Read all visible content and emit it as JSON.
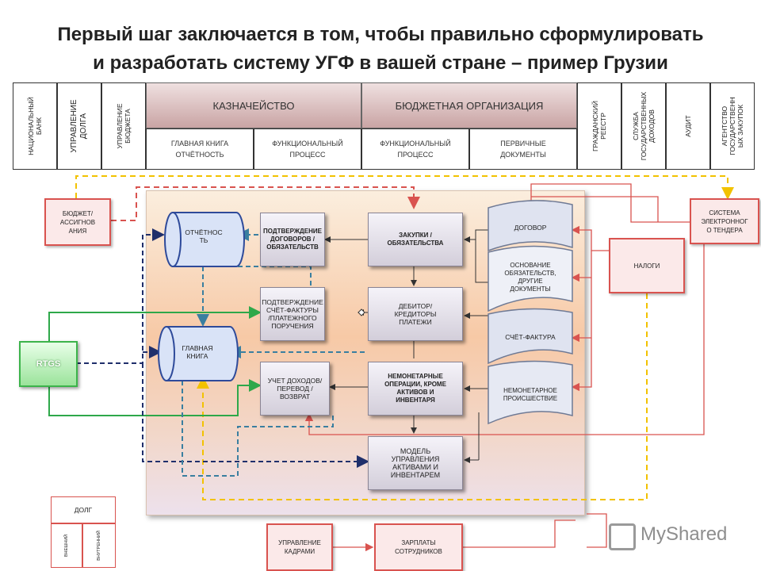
{
  "title": {
    "line1": "Первый шаг  заключается в том, чтобы правильно сформулировать",
    "line2": "и разработать систему УГФ в вашей стране – пример Грузии"
  },
  "top_columns": {
    "left": [
      "НАЦИОНАЛЬНЫЙ\nБАНК",
      "УПРАВЛЕНИЕ\nДОЛГА",
      "УПРАВЛЕНИЕ\nБЮДЖЕТА"
    ],
    "treasury": {
      "header": "КАЗНАЧЕЙСТВО",
      "sub1": "ГЛАВНАЯ КНИГА\nОТЧЁТНОСТЬ",
      "sub2": "ФУНКЦИОНАЛЬНЫЙ\nПРОЦЕСС"
    },
    "budget_org": {
      "header": "БЮДЖЕТНАЯ ОРГАНИЗАЦИЯ",
      "sub1": "ФУНКЦИОНАЛЬНЫЙ\nПРОЦЕСС",
      "sub2": "ПЕРВИЧНЫЕ\nДОКУМЕНТЫ"
    },
    "right": [
      "ГРАЖДАНСКИЙ\nРЕЕСТР",
      "СЛУЖБА\nГОСУДАРСТВЕННЫХ\nДОХОДОВ",
      "АУДИТ",
      "АГЕНТСТВО\nГОСУДАРСТВЕНН\nЫХ ЗАКУПОК"
    ]
  },
  "left_side": {
    "budget": "БЮДЖЕТ/\nАССИГНОВ\nАНИЯ",
    "rtgs": "RTGS",
    "debt": "ДОЛГ",
    "debt_external": "ВНЕШНИЙ",
    "debt_internal": "ВНУТРЕННИЙ"
  },
  "right_side": {
    "tender": "СИСТЕМА\nЭЛЕКТРОННОГ\nО ТЕНДЕРА",
    "taxes": "НАЛОГИ"
  },
  "bottom": {
    "hr": "УПРАВЛЕНИЕ\nКАДРАМИ",
    "salaries": "ЗАРПЛАТЫ\nСОТРУДНИКОВ"
  },
  "cylinders": {
    "reporting": "ОТЧЁТНОС\nТЬ",
    "ledger": "ГЛАВНАЯ\nКНИГА"
  },
  "process_boxes": {
    "confirm_contracts": "ПОДТВЕРЖДЕНИЕ\nДОГОВОРОВ /\nОБЯЗАТЕЛЬСТВ",
    "purchases": "ЗАКУПКИ /\nОБЯЗАТЕЛЬСТВА",
    "confirm_invoice": "ПОДТВЕРЖДЕНИЕ\nСЧЁТ-ФАКТУРЫ\n/ПЛАТЕЖНОГО\nПОРУЧЕНИЯ",
    "debtor": "ДЕБИТОР/\nКРЕДИТОРЫ\nПЛАТЕЖИ",
    "income": "УЧЕТ ДОХОДОВ/\nПЕРЕВОД /\nВОЗВРАТ",
    "non_monetary": "НЕМОНЕТАРНЫЕ\nОПЕРАЦИИ, КРОМЕ\nАКТИВОВ И\nИНВЕНТАРЯ",
    "asset_model": "МОДЕЛЬ\nУПРАВЛЕНИЯ\nАКТИВАМИ И\nИНВЕНТАРЕМ"
  },
  "documents": {
    "contract": "ДОГОВОР",
    "basis": "ОСНОВАНИЕ\nОБЯЗАТЕЛЬСТВ,\nДРУГИЕ\nДОКУМЕНТЫ",
    "invoice": "СЧЁТ-ФАКТУРА",
    "non_monetary_event": "НЕМОНЕТАРНОЕ\nПРОИСШЕСТВИЕ"
  },
  "watermark": "MyShared",
  "colors": {
    "red_line": "#d9534f",
    "green_line": "#2ea84a",
    "yellow_dash": "#f2c200",
    "navy_dash": "#1f2f6b",
    "teal_dash": "#3a7fa0"
  }
}
